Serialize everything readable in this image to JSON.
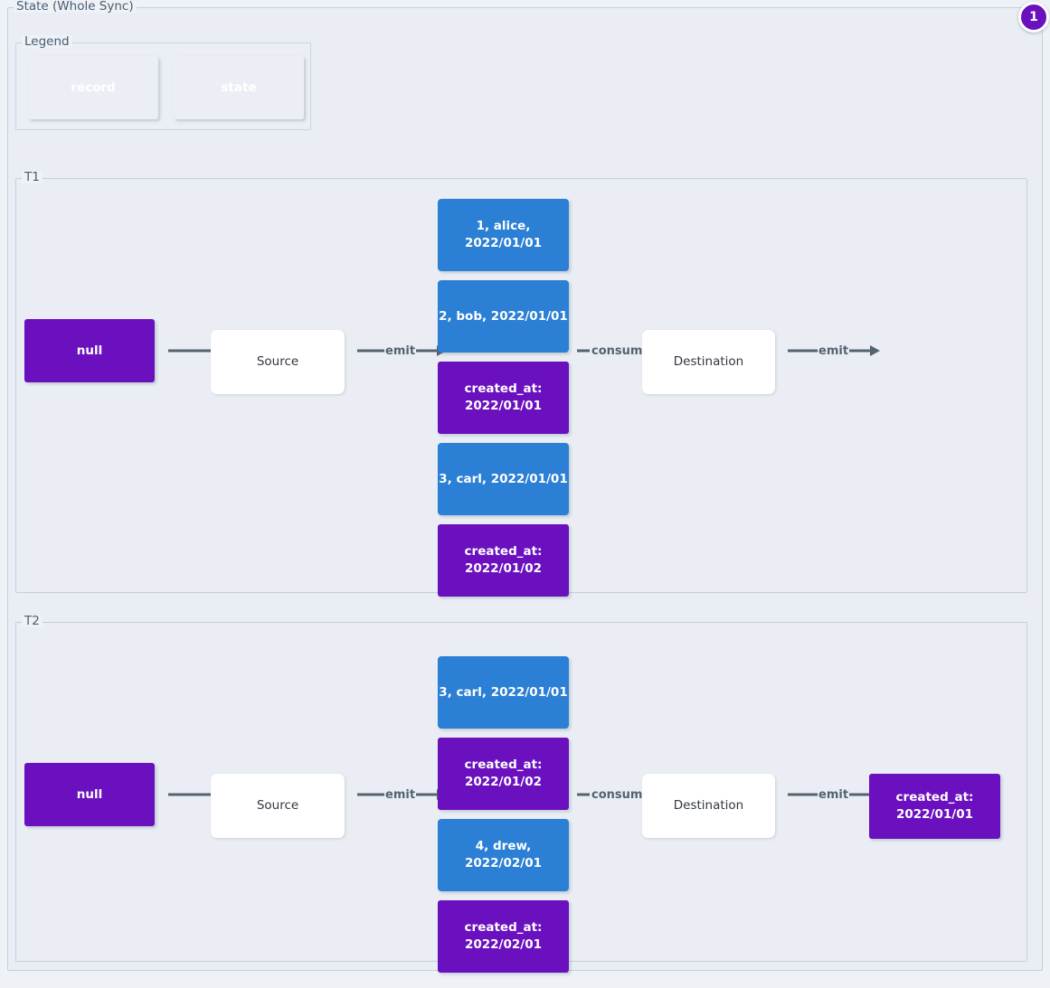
{
  "frame": {
    "title": "State (Whole Sync)",
    "badge": "1"
  },
  "legend": {
    "title": "Legend",
    "items": [
      {
        "label": "record",
        "kind": "record",
        "color": "#2b7fd4"
      },
      {
        "label": "state",
        "kind": "state",
        "color": "#6b10be"
      }
    ]
  },
  "colors": {
    "record": "#2b7fd4",
    "state": "#6b10be",
    "process": "#ffffff",
    "background": "#eaeef4",
    "border": "#c4cedd",
    "arrow": "#53636f",
    "title_text": "#4a5d72"
  },
  "sections": [
    {
      "title": "T1",
      "initial_state": "null",
      "source_label": "Source",
      "destination_label": "Destination",
      "arrow_in_label": "",
      "emit_label_1": "emit",
      "consume_label": "consume",
      "emit_label_2": "emit",
      "stream": [
        {
          "kind": "record",
          "text": "1, alice, 2022/01/01"
        },
        {
          "kind": "record",
          "text": "2, bob, 2022/01/01"
        },
        {
          "kind": "state",
          "text": "created_at:\n2022/01/01"
        },
        {
          "kind": "record",
          "text": "3, carl, 2022/01/01"
        },
        {
          "kind": "state",
          "text": "created_at:\n2022/01/02"
        }
      ],
      "final_state": null
    },
    {
      "title": "T2",
      "initial_state": "null",
      "source_label": "Source",
      "destination_label": "Destination",
      "arrow_in_label": "",
      "emit_label_1": "emit",
      "consume_label": "consume",
      "emit_label_2": "emit",
      "stream": [
        {
          "kind": "record",
          "text": "3, carl, 2022/01/01"
        },
        {
          "kind": "state",
          "text": "created_at:\n2022/01/02"
        },
        {
          "kind": "record",
          "text": "4, drew, 2022/02/01"
        },
        {
          "kind": "state",
          "text": "created_at:\n2022/02/01"
        }
      ],
      "final_state": "created_at:\n2022/01/01"
    }
  ]
}
